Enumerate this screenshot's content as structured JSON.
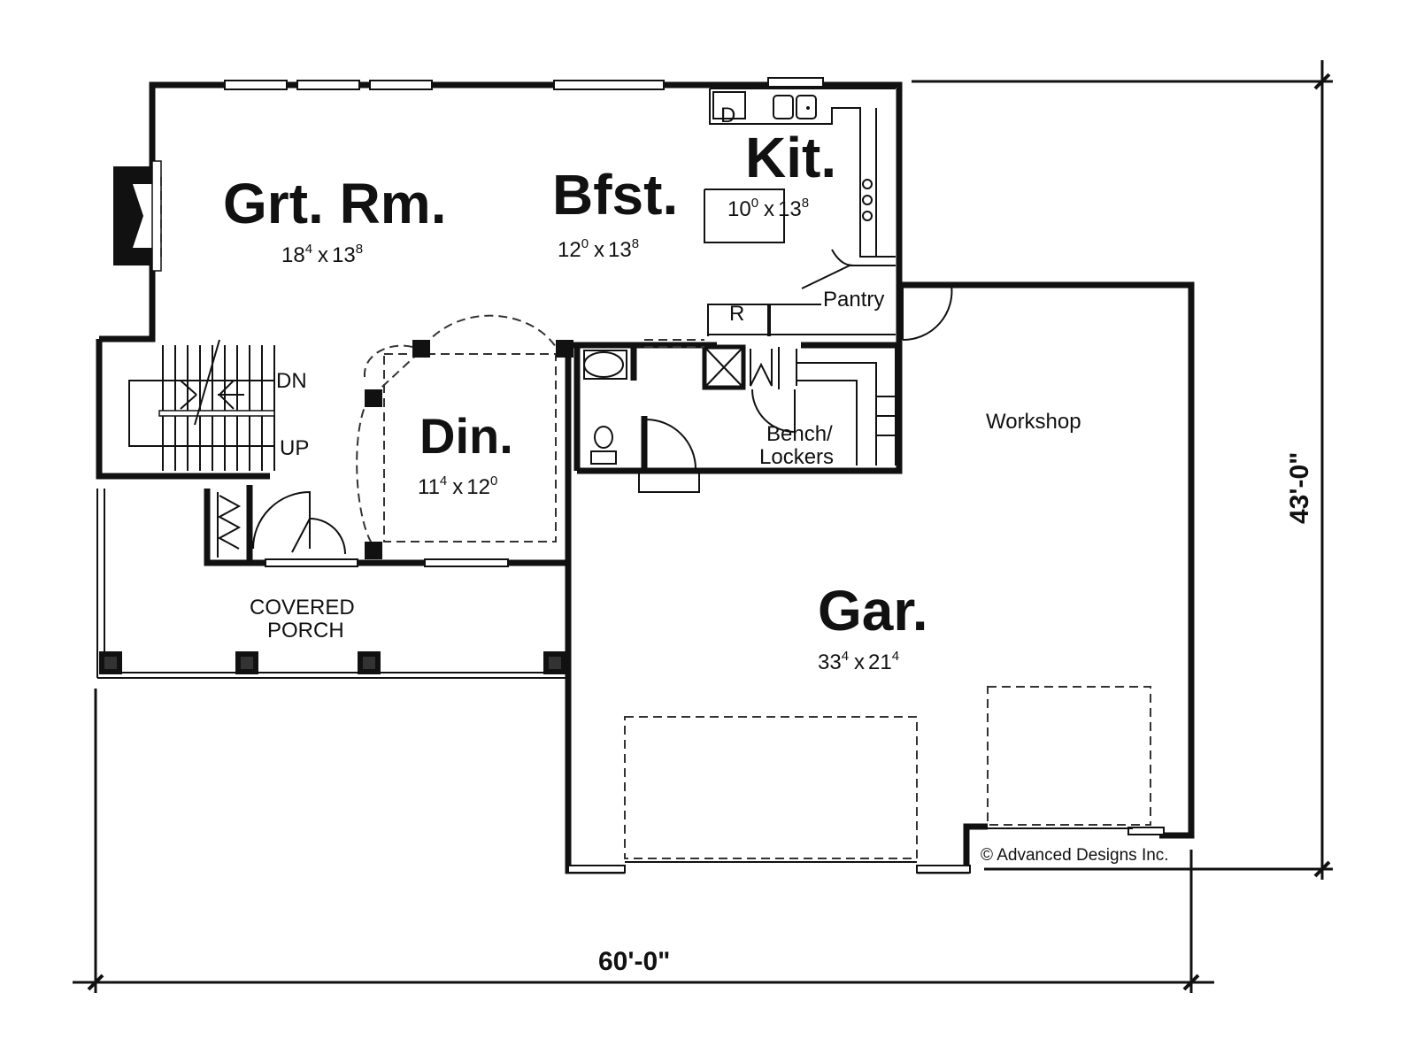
{
  "rooms": {
    "great_room": {
      "name": "Grt. Rm.",
      "w": "18",
      "wi": "4",
      "l": "13",
      "li": "8"
    },
    "breakfast": {
      "name": "Bfst.",
      "w": "12",
      "wi": "0",
      "l": "13",
      "li": "8"
    },
    "kitchen": {
      "name": "Kit.",
      "w": "10",
      "wi": "0",
      "l": "13",
      "li": "8"
    },
    "dining": {
      "name": "Din.",
      "w": "11",
      "wi": "4",
      "l": "12",
      "li": "0"
    },
    "garage": {
      "name": "Gar.",
      "w": "33",
      "wi": "4",
      "l": "21",
      "li": "4"
    }
  },
  "labels": {
    "pantry": "Pantry",
    "refrigerator": "R",
    "dishwasher": "D",
    "down": "DN",
    "up": "UP",
    "bench_line1": "Bench/",
    "bench_line2": "Lockers",
    "workshop": "Workshop",
    "porch_line1": "COVERED",
    "porch_line2": "PORCH",
    "copyright": "© Advanced Designs Inc.",
    "times": "x"
  },
  "dimensions": {
    "width": "60'-0\"",
    "depth": "43'-0\""
  }
}
